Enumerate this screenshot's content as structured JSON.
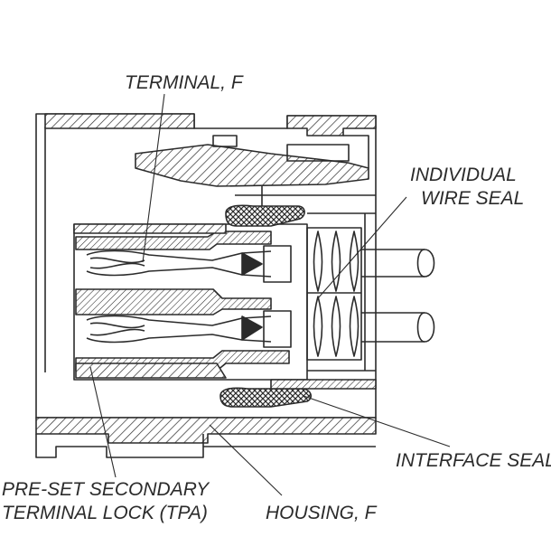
{
  "callouts": {
    "terminal": "TERMINAL, F",
    "wire_seal_line1": "INDIVIDUAL",
    "wire_seal_line2": "WIRE SEAL",
    "interface_seal": "INTERFACE SEAL",
    "tpa_line1": "PRE-SET SECONDARY",
    "tpa_line2": "TERMINAL LOCK (TPA)",
    "housing": "HOUSING, F"
  },
  "colors": {
    "ink": "#2b2b2b",
    "paper": "#ffffff"
  }
}
